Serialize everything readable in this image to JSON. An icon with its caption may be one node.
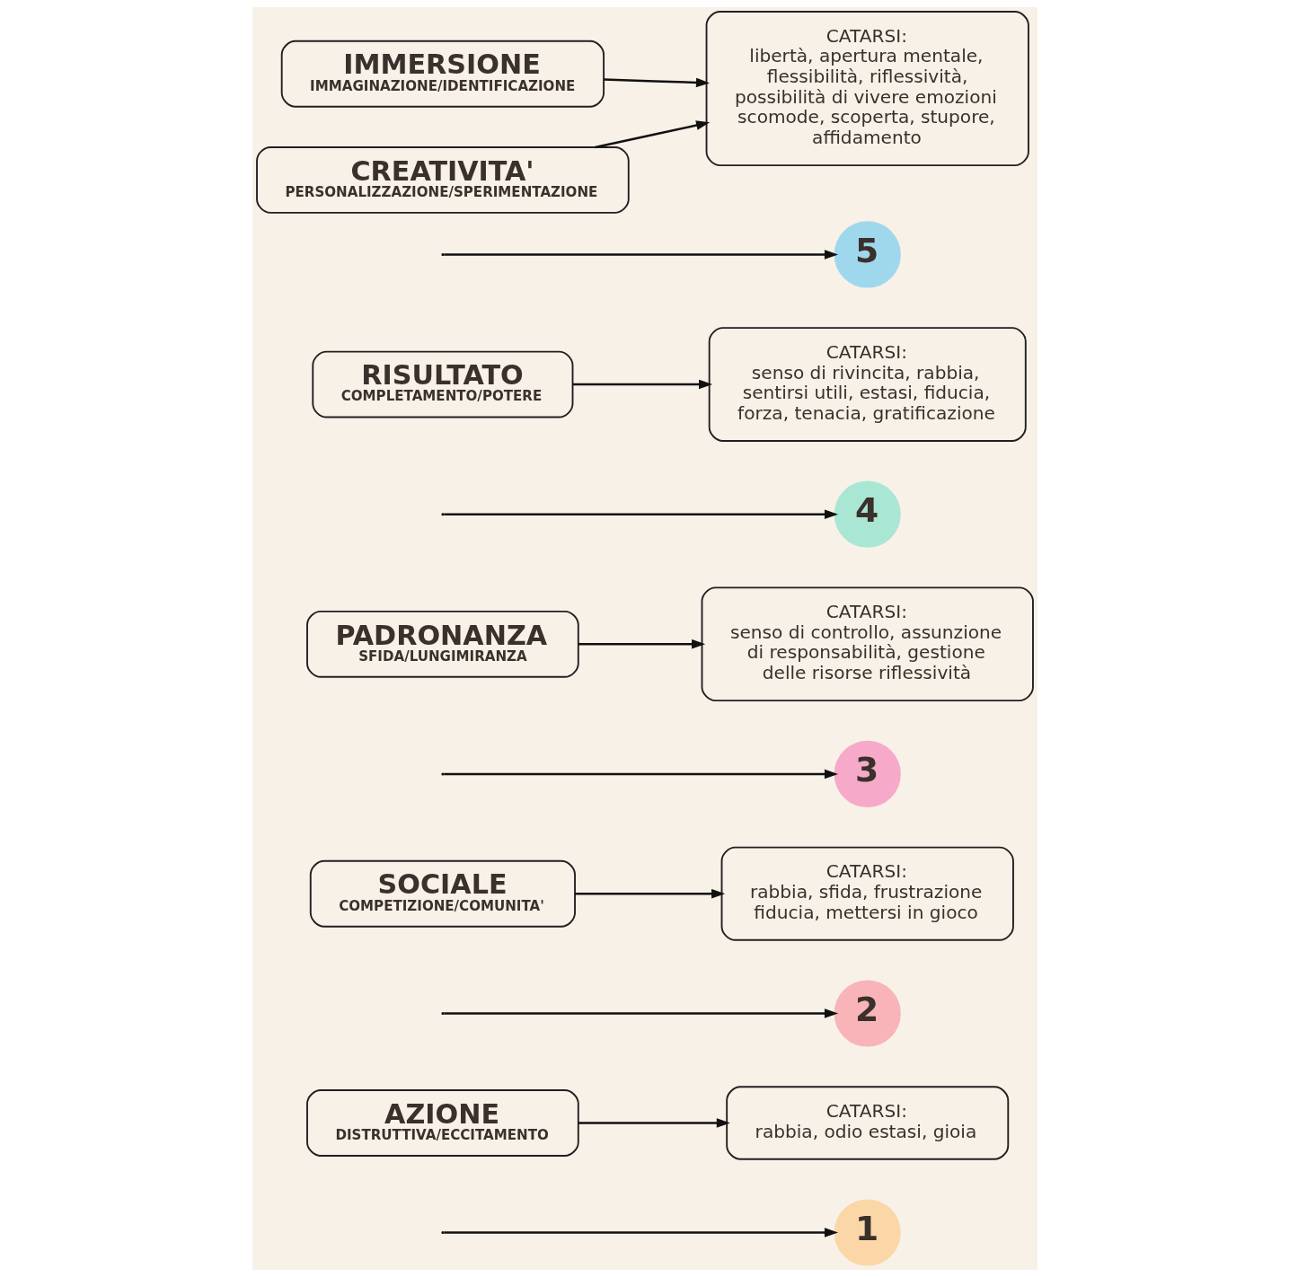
{
  "diagram": {
    "nodes": [
      {
        "text": [
          "1"
        ]
      },
      {
        "text": [
          "AZIONE",
          "DISTRUTTIVA/ECCITAMENTO"
        ]
      },
      {
        "text": [
          "CATARSI:",
          "rabbia, odio estasi, gioia"
        ]
      },
      {
        "text": [
          "2"
        ]
      },
      {
        "text": [
          "SOCIALE",
          "COMPETIZIONE/COMUNITA'"
        ]
      },
      {
        "text": [
          "CATARSI:",
          "rabbia, sfida, frustrazione fiducia, mettersi in gioco"
        ]
      },
      {
        "text": [
          "3"
        ]
      },
      {
        "text": [
          "PADRONANZA",
          "SFIDA/LUNGIMIRANZA"
        ]
      },
      {
        "text": [
          "CATARSI:",
          "senso di controllo, assunzione di responsabilità, gestione delle risorse riflessività"
        ]
      },
      {
        "text": [
          "4"
        ]
      },
      {
        "text": [
          "RISULTATO",
          "COMPLETAMENTO/POTERE"
        ]
      },
      {
        "text": [
          "CATARSI:",
          "senso di rivincita, rabbia, sentirsi utili, estasi, fiducia, forza, tenacia, gratificazione"
        ]
      },
      {
        "text": [
          "5"
        ]
      },
      {
        "text": [
          "IMMERSIONE",
          "IMMAGINAZIONE/IDENTIFICAZIONE"
        ]
      },
      {
        "text": [
          "CATARSI:",
          "libertà, apertura mentale, flessibilità, riflessività, possibilità di vivere emozioni scomode, scoperta, stupore, affidamento"
        ]
      },
      {
        "text": [
          "CREATIVITA'",
          "PERSONALIZZAZIONE/SPERIMENTAZIONE"
        ]
      }
    ],
    "edges": [
      {
        "from": null,
        "to": 0,
        "arrow": "to"
      },
      {
        "from": null,
        "to": 3,
        "arrow": "to"
      },
      {
        "from": null,
        "to": 6,
        "arrow": "to"
      },
      {
        "from": null,
        "to": 9,
        "arrow": "to"
      },
      {
        "from": null,
        "to": 12,
        "arrow": "to"
      },
      {
        "from": 1,
        "to": 2,
        "arrow": "to"
      },
      {
        "from": 4,
        "to": 5,
        "arrow": "to"
      },
      {
        "from": 7,
        "to": 8,
        "arrow": "to"
      },
      {
        "from": 10,
        "to": 11,
        "arrow": "to"
      },
      {
        "from": 13,
        "to": 14,
        "arrow": "to"
      },
      {
        "from": 15,
        "to": 14,
        "arrow": "to"
      }
    ]
  }
}
